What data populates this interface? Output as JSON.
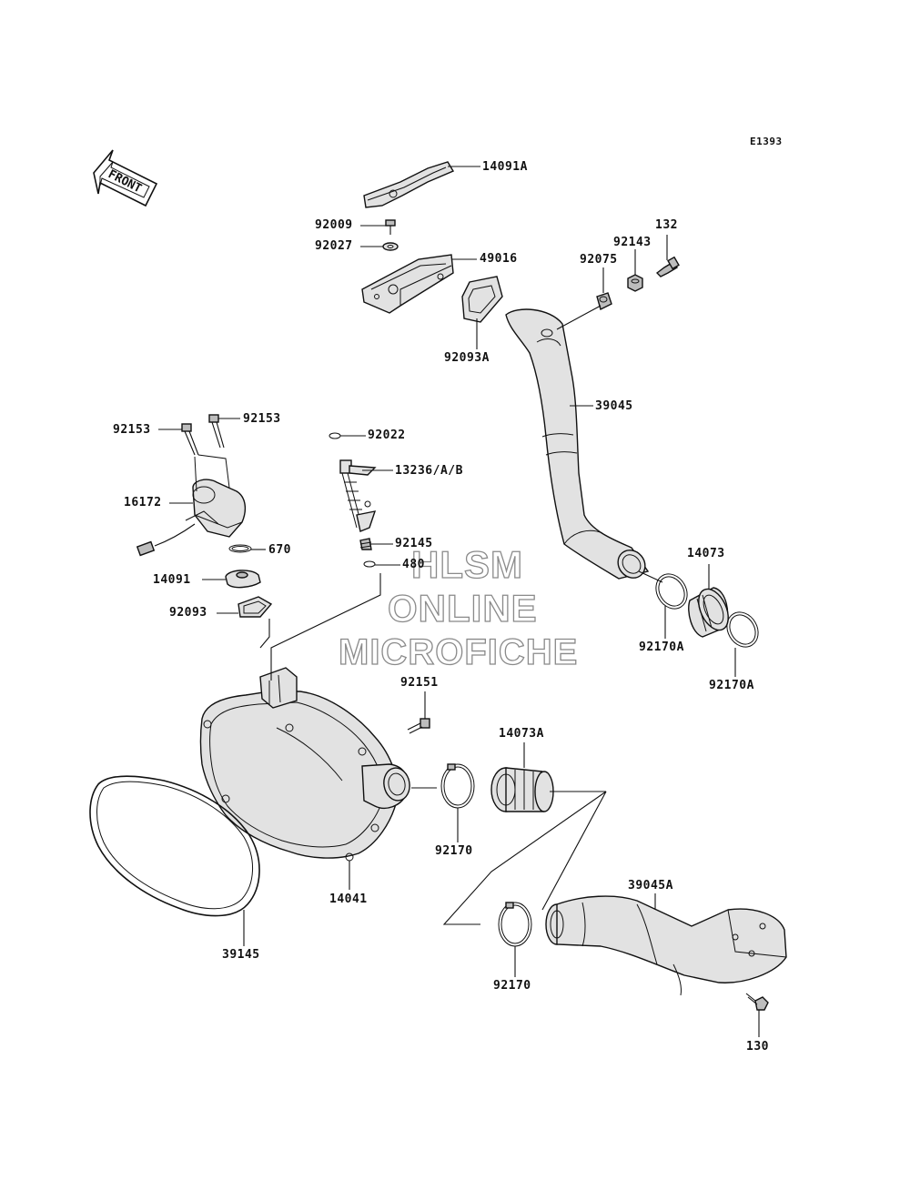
{
  "diagram": {
    "code": "E1393",
    "front_arrow_label": "FRONT",
    "watermark": [
      "HLSM",
      "ONLINE",
      "MICROFICHE"
    ],
    "parts": [
      {
        "id": "p14091A",
        "label": "14091A"
      },
      {
        "id": "p92009",
        "label": "92009"
      },
      {
        "id": "p92027",
        "label": "92027"
      },
      {
        "id": "p49016",
        "label": "49016"
      },
      {
        "id": "p92093A",
        "label": "92093A"
      },
      {
        "id": "p132",
        "label": "132"
      },
      {
        "id": "p92143",
        "label": "92143"
      },
      {
        "id": "p92075",
        "label": "92075"
      },
      {
        "id": "p39045",
        "label": "39045"
      },
      {
        "id": "p92153a",
        "label": "92153"
      },
      {
        "id": "p92153b",
        "label": "92153"
      },
      {
        "id": "p16172",
        "label": "16172"
      },
      {
        "id": "p92022",
        "label": "92022"
      },
      {
        "id": "p13236",
        "label": "13236/A/B"
      },
      {
        "id": "p92145",
        "label": "92145"
      },
      {
        "id": "p480",
        "label": "480"
      },
      {
        "id": "p670",
        "label": "670"
      },
      {
        "id": "p14091",
        "label": "14091"
      },
      {
        "id": "p92093",
        "label": "92093"
      },
      {
        "id": "p14073",
        "label": "14073"
      },
      {
        "id": "p92170Aa",
        "label": "92170A"
      },
      {
        "id": "p92170Ab",
        "label": "92170A"
      },
      {
        "id": "p92151",
        "label": "92151"
      },
      {
        "id": "p14073A",
        "label": "14073A"
      },
      {
        "id": "p92170a",
        "label": "92170"
      },
      {
        "id": "p14041",
        "label": "14041"
      },
      {
        "id": "p39045A",
        "label": "39045A"
      },
      {
        "id": "p39145",
        "label": "39145"
      },
      {
        "id": "p92170b",
        "label": "92170"
      },
      {
        "id": "p130",
        "label": "130"
      }
    ]
  }
}
